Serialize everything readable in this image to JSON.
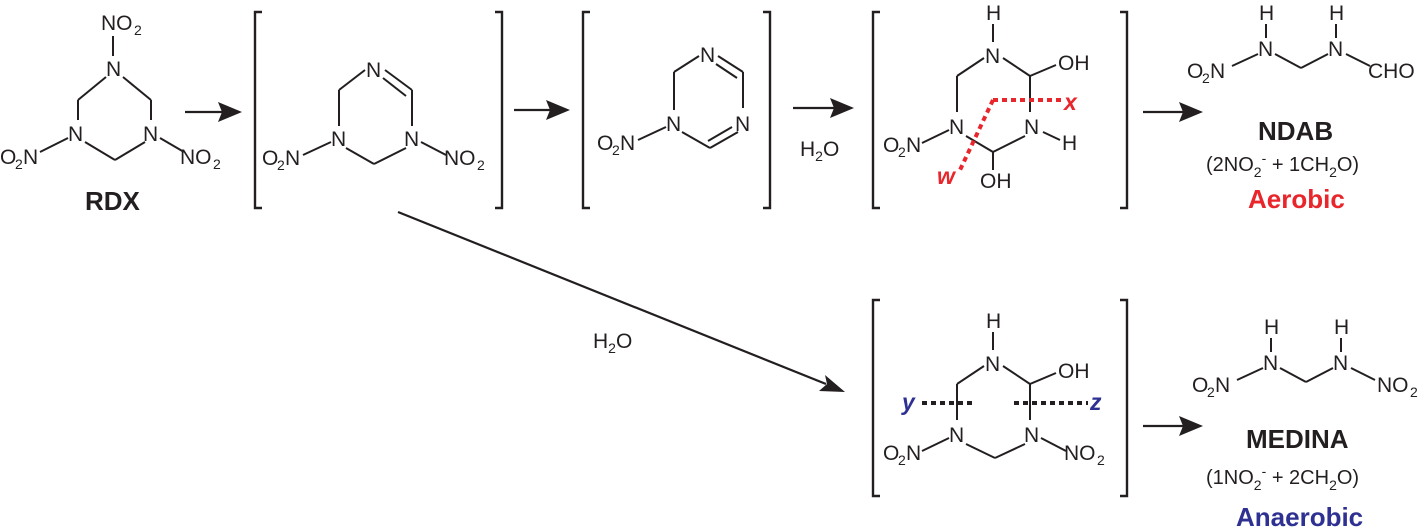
{
  "colors": {
    "ink": "#231f20",
    "aerobic": "#e8262b",
    "anaerobic": "#2e3192"
  },
  "atoms": {
    "N": "N",
    "H": "H",
    "OH": "OH",
    "NO": "NO",
    "O": "O",
    "two": "2",
    "CHO": "CHO",
    "O2N_O": "O",
    "O2N_N": "N"
  },
  "compounds": {
    "rdx": {
      "name": "RDX"
    },
    "ndab": {
      "name": "NDAB",
      "yield_prefix": "(2NO",
      "yield_mid": " + 1CH",
      "yield_suffix": "O)",
      "condition": "Aerobic"
    },
    "medina": {
      "name": "MEDINA",
      "yield_prefix": "(1NO",
      "yield_mid": " + 2CH",
      "yield_suffix": "O)",
      "condition": "Anaerobic"
    }
  },
  "reagents": {
    "water_H": "H",
    "water_2": "2",
    "water_O": "O"
  },
  "cleavage_marks": {
    "w": "w",
    "x": "x",
    "y": "y",
    "z": "z"
  },
  "superscripts": {
    "minus": "-"
  }
}
